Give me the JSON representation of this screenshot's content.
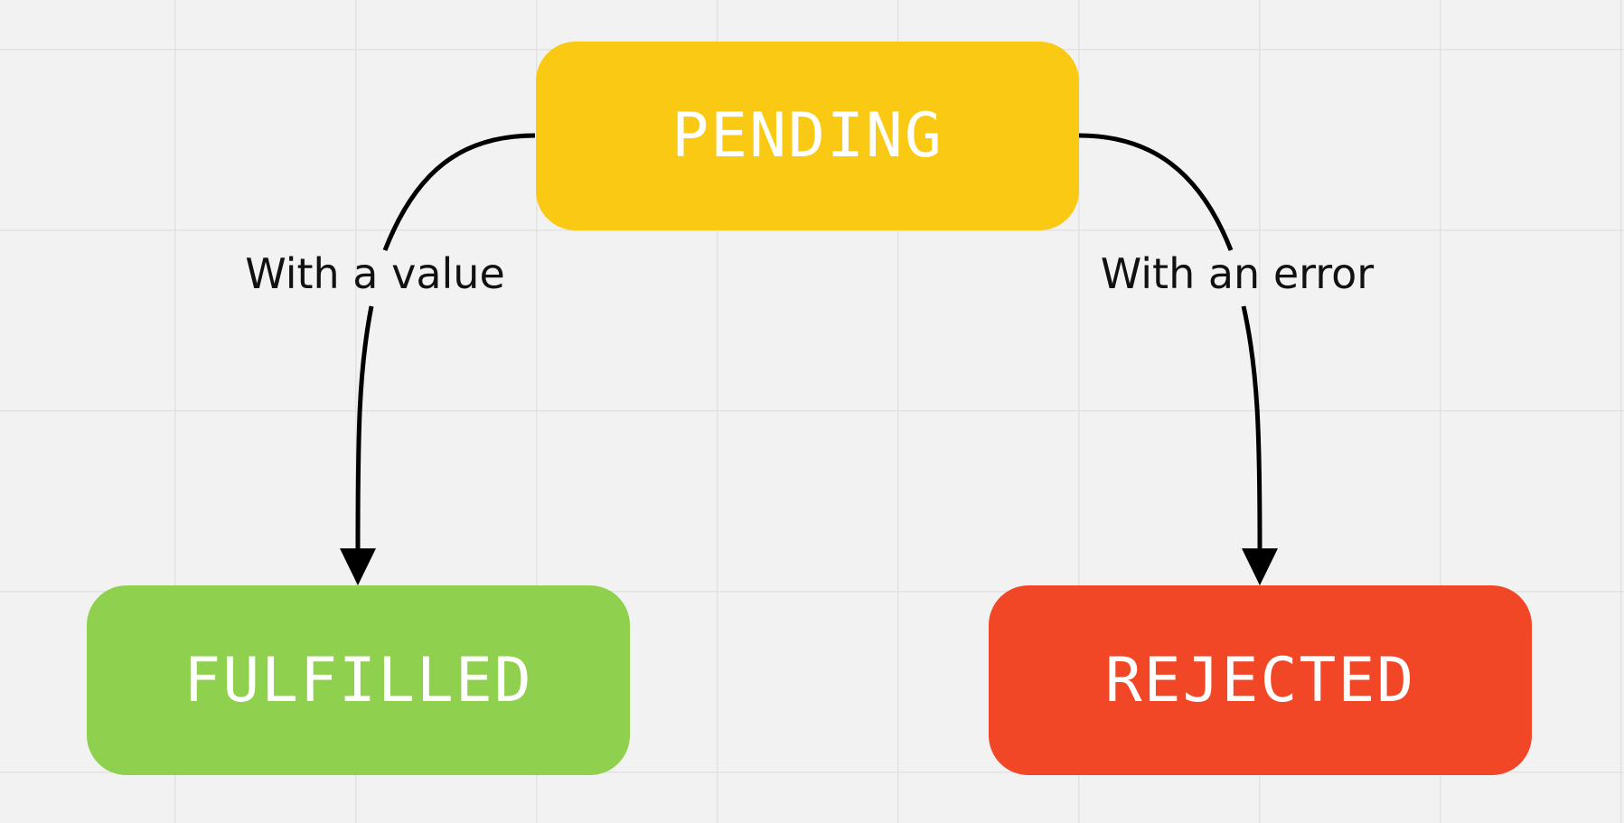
{
  "diagram": {
    "nodes": [
      {
        "id": "pending",
        "label": "PENDING",
        "color": "#f9c913"
      },
      {
        "id": "fulfilled",
        "label": "FULFILLED",
        "color": "#8fd14f"
      },
      {
        "id": "rejected",
        "label": "REJECTED",
        "color": "#f24727"
      }
    ],
    "edges": [
      {
        "from": "pending",
        "to": "fulfilled",
        "label": "With a value"
      },
      {
        "from": "pending",
        "to": "rejected",
        "label": "With an error"
      }
    ]
  },
  "colors": {
    "background": "#f2f2f2",
    "grid": "#e2e2e2",
    "edge": "#000000",
    "node_text": "#ffffff"
  }
}
